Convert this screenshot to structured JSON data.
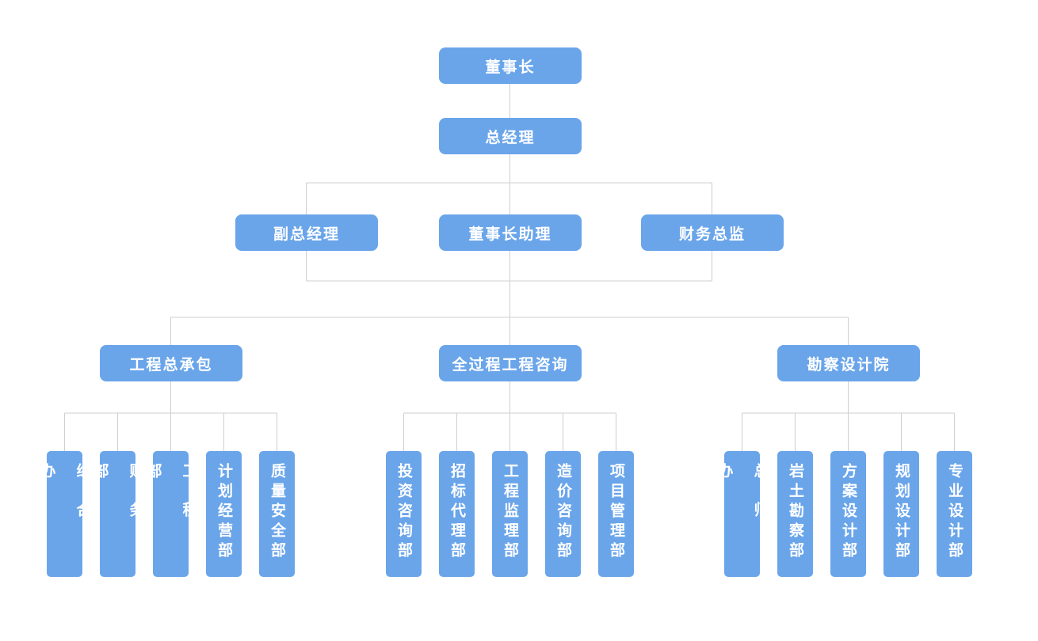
{
  "chairman": "董事长",
  "general_manager": "总经理",
  "executives": {
    "deputy_gm": "副总经理",
    "chairman_assistant": "董事长助理",
    "finance_director": "财务总监"
  },
  "divisions": [
    {
      "name": "工程总承包",
      "departments": [
        "综合办",
        "财务部",
        "工程部",
        "计划经营部",
        "质量安全部"
      ]
    },
    {
      "name": "全过程工程咨询",
      "departments": [
        "投资咨询部",
        "招标代理部",
        "工程监理部",
        "造价咨询部",
        "项目管理部"
      ]
    },
    {
      "name": "勘察设计院",
      "departments": [
        "总师办",
        "岩土勘察部",
        "方案设计部",
        "规划设计部",
        "专业设计部"
      ]
    }
  ]
}
